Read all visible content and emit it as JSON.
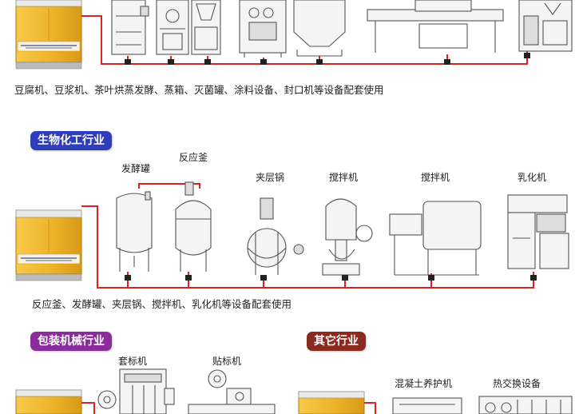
{
  "colors": {
    "pipe": "#e0221d",
    "boiler_body": "#efb52c",
    "badge_blue": "#2e3dbc",
    "badge_purple": "#8a2d9a",
    "badge_brown": "#8b2a1e"
  },
  "food_section": {
    "caption": "豆腐机、豆浆机、茶叶烘蒸发酵、蒸箱、灭菌罐、涂料设备、封口机等设备配套使用"
  },
  "biochem_section": {
    "badge": "生物化工行业",
    "labels": [
      "发酵罐",
      "反应釜",
      "夹层锅",
      "搅拌机",
      "搅拌机",
      "乳化机"
    ],
    "caption": "反应釜、发酵罐、夹层锅、搅拌机、乳化机等设备配套使用"
  },
  "packaging_section": {
    "badge": "包装机械行业",
    "labels": [
      "套标机",
      "贴标机"
    ]
  },
  "other_section": {
    "badge": "其它行业",
    "labels": [
      "混凝土养护机",
      "热交换设备"
    ]
  },
  "boiler_icon": "steam-generator-icon"
}
